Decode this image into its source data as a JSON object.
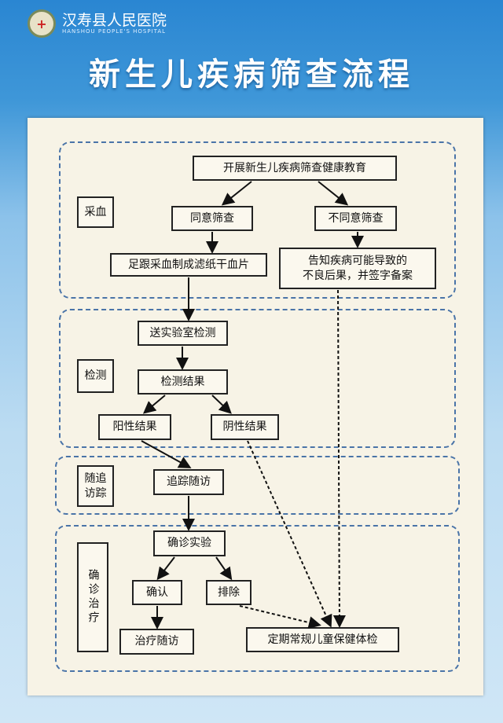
{
  "header": {
    "hospital_name": "汉寿县人民医院",
    "hospital_name_en": "HANSHOU PEOPLE'S HOSPITAL",
    "logo_symbol": "+"
  },
  "title": "新生儿疾病筛查流程",
  "sections": {
    "sampling": "采血",
    "testing": "检测",
    "followup_l1": "随追",
    "followup_l2": "访踪",
    "diagnosis": "确诊治疗"
  },
  "nodes": {
    "education": "开展新生儿疾病筛查健康教育",
    "agree": "同意筛查",
    "disagree": "不同意筛查",
    "heel": "足跟采血制成滤纸干血片",
    "inform_l1": "告知疾病可能导致的",
    "inform_l2": "不良后果，并签字备案",
    "send_lab": "送实验室检测",
    "result": "检测结果",
    "positive": "阳性结果",
    "negative": "阴性结果",
    "track": "追踪随访",
    "confirm_test": "确诊实验",
    "confirmed": "确认",
    "excluded": "排除",
    "treatment": "治疗随访",
    "checkup": "定期常规儿童保健体检"
  }
}
